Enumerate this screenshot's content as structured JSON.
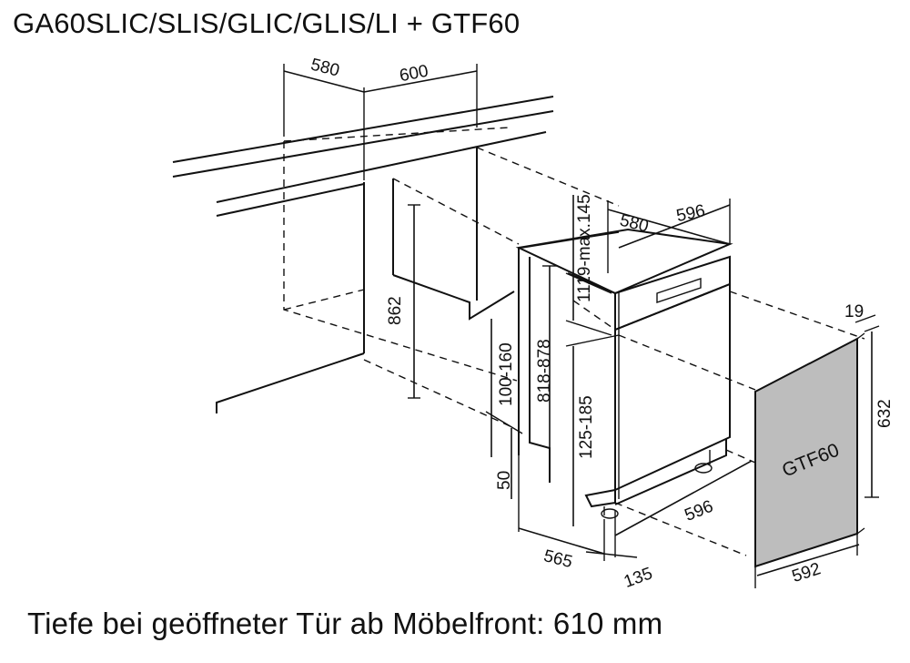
{
  "title": "GA60SLIC/SLIS/GLIC/GLIS/LI + GTF60",
  "footer": "Tiefe bei geöffneter Tür ab Möbelfront: 610 mm",
  "dimensions": {
    "niche_depth_top": "580",
    "niche_width_top": "600",
    "niche_height": "862",
    "appliance_depth": "580",
    "appliance_width": "596",
    "plinth_gap_max": "1119-max.145",
    "appliance_height": "818-878",
    "adjust_range": "100-160",
    "foot_offset": "50",
    "door_range": "125-185",
    "base_width": "596",
    "base_depth": "565",
    "foot_depth": "135",
    "panel_thickness": "19",
    "panel_height": "632",
    "panel_width": "592"
  },
  "panel_label": "GTF60"
}
